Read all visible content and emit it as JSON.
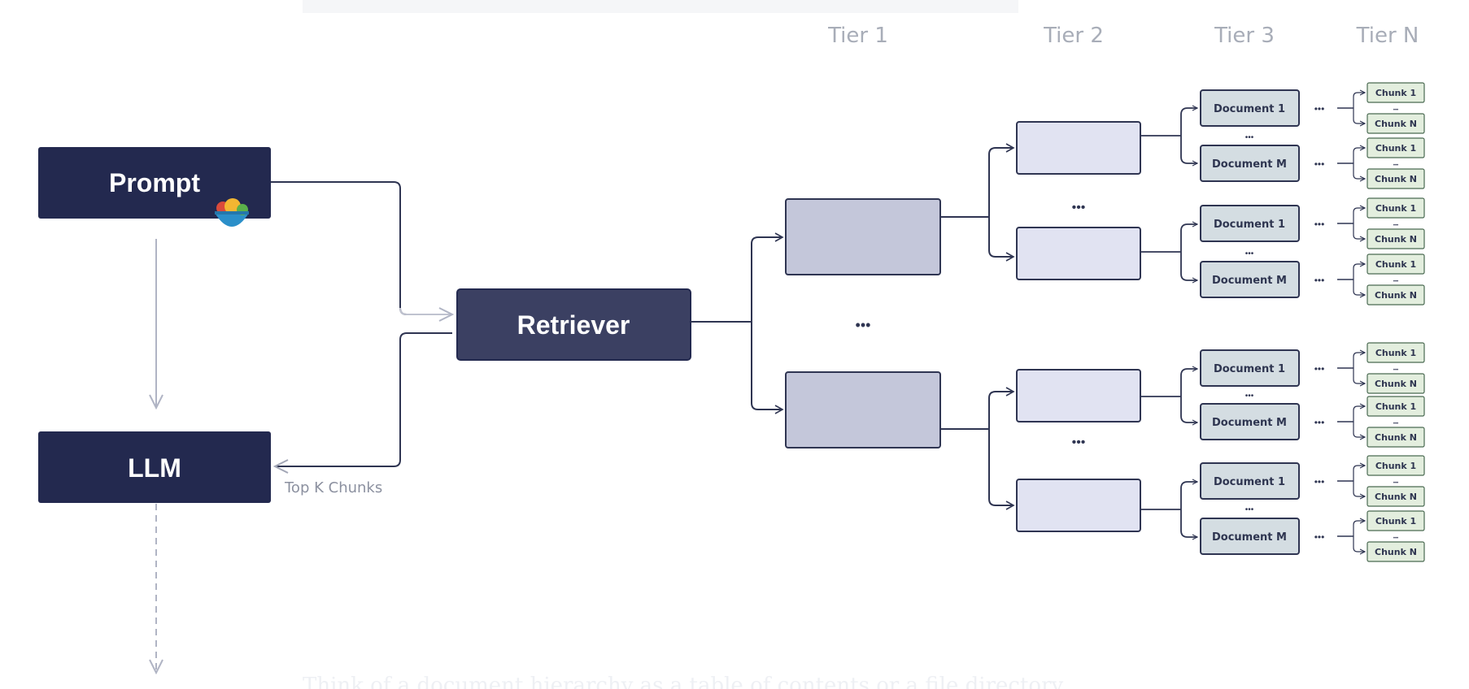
{
  "diagram": {
    "tiers": [
      "Tier 1",
      "Tier 2",
      "Tier 3",
      "Tier N"
    ],
    "prompt_label": "Prompt",
    "llm_label": "LLM",
    "retriever_label": "Retriever",
    "top_k_label": "Top K Chunks",
    "document_first_label": "Document 1",
    "document_last_label": "Document M",
    "chunk_first_label": "Chunk 1",
    "chunk_last_label": "Chunk N",
    "ellipsis": "•••",
    "mini_ellipsis": "•••",
    "bottom_text": "Think of a document hierarchy as a table of contents or a file directory",
    "top_text": "....................................................................................",
    "colors": {
      "navy": "#23294f",
      "retriever": "#3b4062",
      "tier1_fill": "#c4c7da",
      "tier2_fill": "#e1e3f2",
      "doc_fill": "#d4dde2",
      "chunk_fill": "#e3eede",
      "line": "#2f3552",
      "light_line": "#b0b4c4"
    }
  }
}
